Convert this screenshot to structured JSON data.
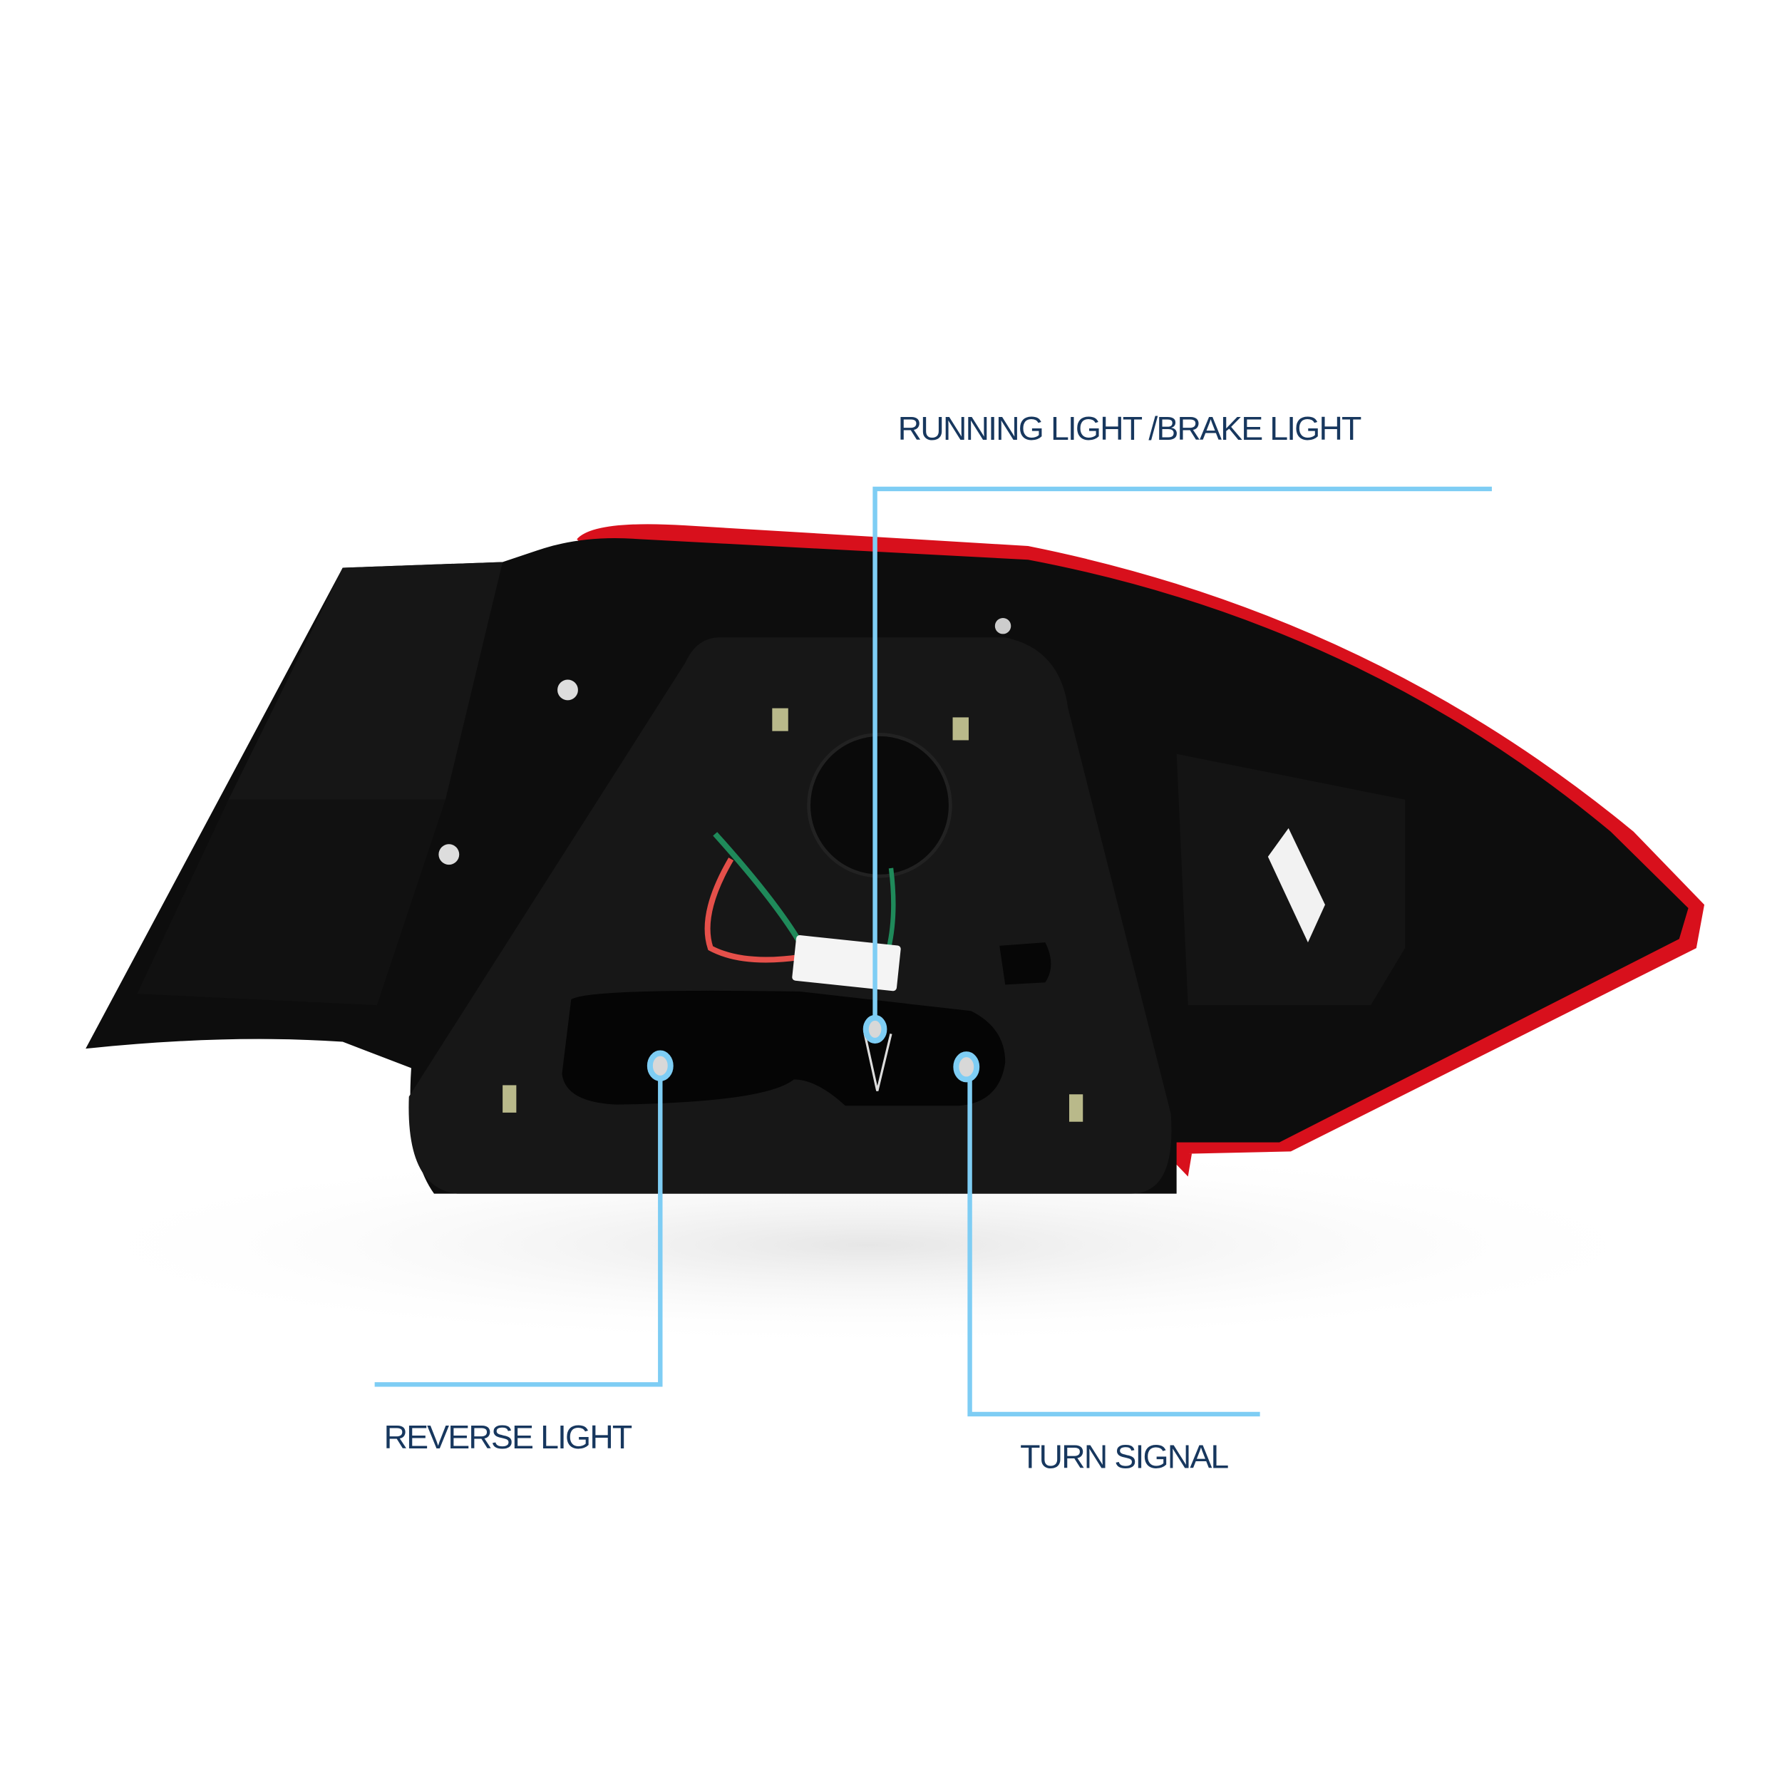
{
  "callouts": {
    "running_brake": "RUNNING LIGHT /BRAKE LIGHT",
    "reverse": "REVERSE LIGHT",
    "turn": "TURN SIGNAL"
  },
  "colors": {
    "label": "#17375e",
    "leader": "#7ecdf4",
    "lens_red": "#d8101c",
    "housing": "#0c0c0c"
  },
  "icons": [
    "tail-light-assembly"
  ]
}
